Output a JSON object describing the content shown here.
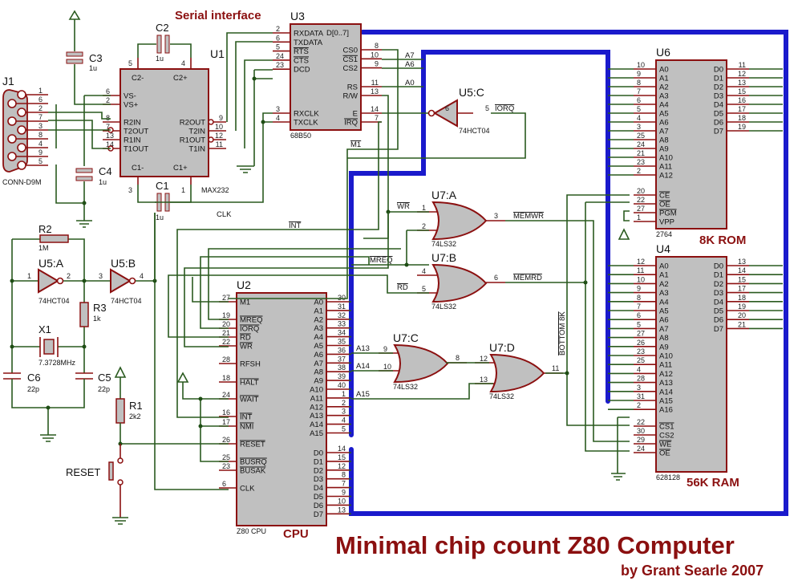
{
  "title": "Minimal chip count Z80 Computer",
  "author": "by Grant Searle 2007",
  "colors": {
    "bus": "#1a1acc",
    "wire": "#2a5a1f",
    "pin": "#8b1010",
    "chip": "#c0c0c0",
    "title": "#8b1010"
  },
  "section_labels": {
    "serial": "Serial interface",
    "rom": "8K ROM",
    "ram": "56K RAM",
    "cpu": "CPU"
  },
  "j1": {
    "ref": "J1",
    "part": "CONN-D9M",
    "pins": [
      "1",
      "6",
      "2",
      "7",
      "3",
      "8",
      "4",
      "9",
      "5"
    ]
  },
  "caps": {
    "c1": {
      "ref": "C1",
      "val": "1u"
    },
    "c2": {
      "ref": "C2",
      "val": "1u"
    },
    "c3": {
      "ref": "C3",
      "val": "1u"
    },
    "c4": {
      "ref": "C4",
      "val": "1u"
    },
    "c5": {
      "ref": "C5",
      "val": "22p"
    },
    "c6": {
      "ref": "C6",
      "val": "22p"
    }
  },
  "resistors": {
    "r1": {
      "ref": "R1",
      "val": "2k2"
    },
    "r2": {
      "ref": "R2",
      "val": "1M"
    },
    "r3": {
      "ref": "R3",
      "val": "1k"
    }
  },
  "crystal": {
    "ref": "X1",
    "val": "7.3728MHz"
  },
  "reset": {
    "label": "RESET"
  },
  "u1": {
    "ref": "U1",
    "part": "MAX232",
    "left": [
      {
        "n": "6",
        "l": "VS-"
      },
      {
        "n": "2",
        "l": "VS+"
      },
      {
        "n": "8",
        "l": "R2IN"
      },
      {
        "n": "7",
        "l": "T2OUT"
      },
      {
        "n": "13",
        "l": "R1IN"
      },
      {
        "n": "14",
        "l": "T1OUT"
      }
    ],
    "right": [
      {
        "n": "9",
        "l": "R2OUT"
      },
      {
        "n": "10",
        "l": "T2IN"
      },
      {
        "n": "12",
        "l": "R1OUT"
      },
      {
        "n": "11",
        "l": "T1IN"
      }
    ],
    "top": [
      {
        "n": "5",
        "l": "C2-"
      },
      {
        "n": "4",
        "l": "C2+"
      }
    ],
    "bottom": [
      {
        "n": "3",
        "l": "C1-"
      },
      {
        "n": "1",
        "l": "C1+"
      }
    ]
  },
  "u3": {
    "ref": "U3",
    "part": "68B50",
    "left": [
      {
        "n": "2",
        "l": "RXDATA"
      },
      {
        "n": "6",
        "l": "TXDATA"
      },
      {
        "n": "5",
        "l": "RTS"
      },
      {
        "n": "24",
        "l": "CTS"
      },
      {
        "n": "23",
        "l": "DCD"
      },
      {
        "n": "3",
        "l": "RXCLK"
      },
      {
        "n": "4",
        "l": "TXCLK"
      }
    ],
    "right": [
      {
        "n": "8",
        "l": "CS0"
      },
      {
        "n": "10",
        "l": "CS1"
      },
      {
        "n": "9",
        "l": "CS2"
      },
      {
        "n": "11",
        "l": "RS"
      },
      {
        "n": "13",
        "l": "R/W"
      },
      {
        "n": "14",
        "l": "E"
      },
      {
        "n": "7",
        "l": "IRQ"
      }
    ],
    "bus": "D[0..7]"
  },
  "u5": {
    "a": {
      "ref": "U5:A",
      "part": "74HCT04",
      "in": "1",
      "out": "2"
    },
    "b": {
      "ref": "U5:B",
      "part": "74HCT04",
      "in": "3",
      "out": "4"
    },
    "c": {
      "ref": "U5:C",
      "part": "74HCT04",
      "in": "5",
      "out": "6"
    }
  },
  "u7": {
    "a": {
      "ref": "U7:A",
      "part": "74LS32",
      "in": [
        "1",
        "2"
      ],
      "out": "3"
    },
    "b": {
      "ref": "U7:B",
      "part": "74LS32",
      "in": [
        "4",
        "5"
      ],
      "out": "6"
    },
    "c": {
      "ref": "U7:C",
      "part": "74LS32",
      "in": [
        "9",
        "10"
      ],
      "out": "8"
    },
    "d": {
      "ref": "U7:D",
      "part": "74LS32",
      "in": [
        "12",
        "13"
      ],
      "out": "11"
    }
  },
  "nets": {
    "a7": "A7",
    "a6": "A6",
    "a0": "A0",
    "m1": "M1",
    "int": "INT",
    "clk": "CLK",
    "wr": "WR",
    "mreq": "MREQ",
    "rd": "RD",
    "iorq": "IORQ",
    "memwr": "MEMWR",
    "memrd": "MEMRD",
    "a13": "A13",
    "a14": "A14",
    "a15": "A15",
    "bottom8k": "BOTTOM 8K"
  },
  "u2": {
    "ref": "U2",
    "part": "Z80 CPU",
    "left": [
      {
        "n": "27",
        "l": "M1"
      },
      {
        "n": "19",
        "l": "MREQ"
      },
      {
        "n": "20",
        "l": "IORQ"
      },
      {
        "n": "21",
        "l": "RD"
      },
      {
        "n": "22",
        "l": "WR"
      },
      {
        "n": "28",
        "l": "RFSH"
      },
      {
        "n": "18",
        "l": "HALT"
      },
      {
        "n": "24",
        "l": "WAIT"
      },
      {
        "n": "16",
        "l": "INT"
      },
      {
        "n": "17",
        "l": "NMI"
      },
      {
        "n": "26",
        "l": "RESET"
      },
      {
        "n": "25",
        "l": "BUSRQ"
      },
      {
        "n": "23",
        "l": "BUSAK"
      },
      {
        "n": "6",
        "l": "CLK"
      }
    ],
    "addr": [
      {
        "n": "30",
        "l": "A0"
      },
      {
        "n": "31",
        "l": "A1"
      },
      {
        "n": "32",
        "l": "A2"
      },
      {
        "n": "33",
        "l": "A3"
      },
      {
        "n": "34",
        "l": "A4"
      },
      {
        "n": "35",
        "l": "A5"
      },
      {
        "n": "36",
        "l": "A6"
      },
      {
        "n": "37",
        "l": "A7"
      },
      {
        "n": "38",
        "l": "A8"
      },
      {
        "n": "39",
        "l": "A9"
      },
      {
        "n": "40",
        "l": "A10"
      },
      {
        "n": "1",
        "l": "A11"
      },
      {
        "n": "2",
        "l": "A12"
      },
      {
        "n": "3",
        "l": "A13"
      },
      {
        "n": "4",
        "l": "A14"
      },
      {
        "n": "5",
        "l": "A15"
      }
    ],
    "data": [
      {
        "n": "14",
        "l": "D0"
      },
      {
        "n": "15",
        "l": "D1"
      },
      {
        "n": "12",
        "l": "D2"
      },
      {
        "n": "8",
        "l": "D3"
      },
      {
        "n": "7",
        "l": "D4"
      },
      {
        "n": "9",
        "l": "D5"
      },
      {
        "n": "10",
        "l": "D6"
      },
      {
        "n": "13",
        "l": "D7"
      }
    ]
  },
  "u6": {
    "ref": "U6",
    "part": "2764",
    "addr": [
      {
        "n": "10",
        "l": "A0"
      },
      {
        "n": "9",
        "l": "A1"
      },
      {
        "n": "8",
        "l": "A2"
      },
      {
        "n": "7",
        "l": "A3"
      },
      {
        "n": "6",
        "l": "A4"
      },
      {
        "n": "5",
        "l": "A5"
      },
      {
        "n": "4",
        "l": "A6"
      },
      {
        "n": "3",
        "l": "A7"
      },
      {
        "n": "25",
        "l": "A8"
      },
      {
        "n": "24",
        "l": "A9"
      },
      {
        "n": "21",
        "l": "A10"
      },
      {
        "n": "23",
        "l": "A11"
      },
      {
        "n": "2",
        "l": "A12"
      }
    ],
    "ctrl": [
      {
        "n": "20",
        "l": "CE"
      },
      {
        "n": "22",
        "l": "OE"
      },
      {
        "n": "27",
        "l": "PGM"
      },
      {
        "n": "1",
        "l": "VPP"
      }
    ],
    "data": [
      {
        "n": "11",
        "l": "D0"
      },
      {
        "n": "12",
        "l": "D1"
      },
      {
        "n": "13",
        "l": "D2"
      },
      {
        "n": "15",
        "l": "D3"
      },
      {
        "n": "16",
        "l": "D4"
      },
      {
        "n": "17",
        "l": "D5"
      },
      {
        "n": "18",
        "l": "D6"
      },
      {
        "n": "19",
        "l": "D7"
      }
    ]
  },
  "u4": {
    "ref": "U4",
    "part": "628128",
    "addr": [
      {
        "n": "12",
        "l": "A0"
      },
      {
        "n": "11",
        "l": "A1"
      },
      {
        "n": "10",
        "l": "A2"
      },
      {
        "n": "9",
        "l": "A3"
      },
      {
        "n": "8",
        "l": "A4"
      },
      {
        "n": "7",
        "l": "A5"
      },
      {
        "n": "6",
        "l": "A6"
      },
      {
        "n": "5",
        "l": "A7"
      },
      {
        "n": "27",
        "l": "A8"
      },
      {
        "n": "26",
        "l": "A9"
      },
      {
        "n": "23",
        "l": "A10"
      },
      {
        "n": "25",
        "l": "A11"
      },
      {
        "n": "4",
        "l": "A12"
      },
      {
        "n": "28",
        "l": "A13"
      },
      {
        "n": "3",
        "l": "A14"
      },
      {
        "n": "31",
        "l": "A15"
      },
      {
        "n": "2",
        "l": "A16"
      }
    ],
    "ctrl": [
      {
        "n": "22",
        "l": "CS1"
      },
      {
        "n": "30",
        "l": "CS2"
      },
      {
        "n": "29",
        "l": "WE"
      },
      {
        "n": "24",
        "l": "OE"
      }
    ],
    "data": [
      {
        "n": "13",
        "l": "D0"
      },
      {
        "n": "14",
        "l": "D1"
      },
      {
        "n": "15",
        "l": "D2"
      },
      {
        "n": "17",
        "l": "D3"
      },
      {
        "n": "18",
        "l": "D4"
      },
      {
        "n": "19",
        "l": "D5"
      },
      {
        "n": "20",
        "l": "D6"
      },
      {
        "n": "21",
        "l": "D7"
      }
    ]
  }
}
